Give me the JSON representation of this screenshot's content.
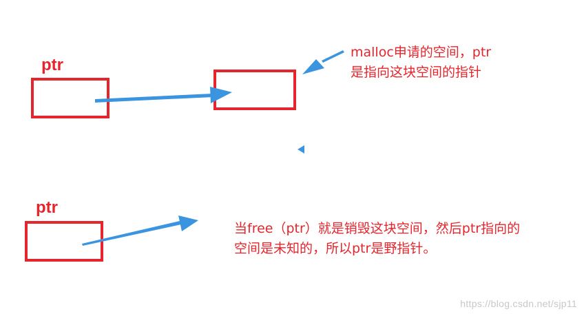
{
  "colors": {
    "red": "#e5252d",
    "arrow_blue": "#3b94e0",
    "watermark": "#c8c8c8"
  },
  "diagram": {
    "top": {
      "pointer_label": "ptr",
      "note_lines": [
        "malloc申请的空间，ptr",
        "是指向这块空间的指针"
      ]
    },
    "bottom": {
      "pointer_label": "ptr",
      "note_lines": [
        "当free（ptr）就是销毁这块空间，然后ptr指向的",
        "空间是未知的，所以ptr是野指针。"
      ]
    }
  },
  "watermark": "https://blog.csdn.net/sjp11"
}
